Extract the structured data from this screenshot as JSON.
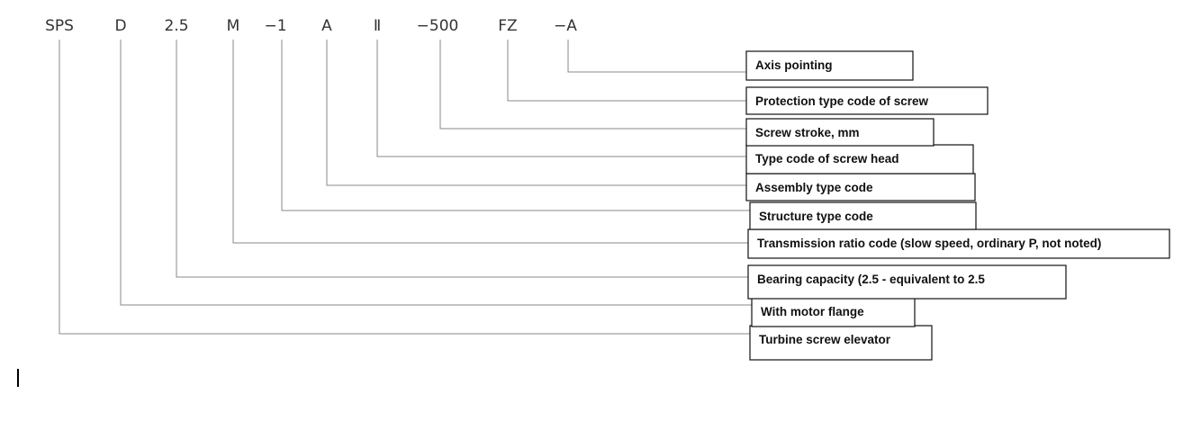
{
  "model_code_segments": [
    {
      "code": "SPS",
      "description": "Turbine screw elevator"
    },
    {
      "code": "D",
      "description": "With motor flange"
    },
    {
      "code": "2.5",
      "description": "Bearing capacity (2.5 - equivalent to 2.5"
    },
    {
      "code": "M",
      "description": "Transmission ratio code (slow speed, ordinary P, not noted)"
    },
    {
      "code": "−1",
      "description": "Structure type code"
    },
    {
      "code": "A",
      "description": "Assembly type code"
    },
    {
      "code": "Ⅱ",
      "description": "Type code of screw head"
    },
    {
      "code": "−500",
      "description": "Screw stroke, mm"
    },
    {
      "code": "FZ",
      "description": "Protection type code of screw"
    },
    {
      "code": "−A",
      "description": "Axis pointing"
    }
  ]
}
